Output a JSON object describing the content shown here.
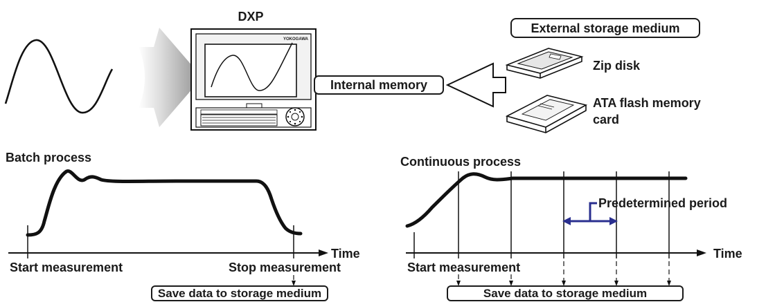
{
  "top": {
    "device_title": "DXP",
    "device_brand": "YOKOGAWA",
    "internal_memory_label": "Internal memory",
    "external_storage_label": "External storage medium",
    "zip_disk_label": "Zip disk",
    "ata_label_line1": "ATA flash memory",
    "ata_label_line2": "card"
  },
  "batch": {
    "title": "Batch process",
    "time_label": "Time",
    "start_label": "Start measurement",
    "stop_label": "Stop measurement",
    "save_label": "Save data to storage medium"
  },
  "continuous": {
    "title": "Continuous process",
    "period_label": "Predetermined period",
    "time_label": "Time",
    "start_label": "Start measurement",
    "save_label": "Save data to storage medium"
  }
}
